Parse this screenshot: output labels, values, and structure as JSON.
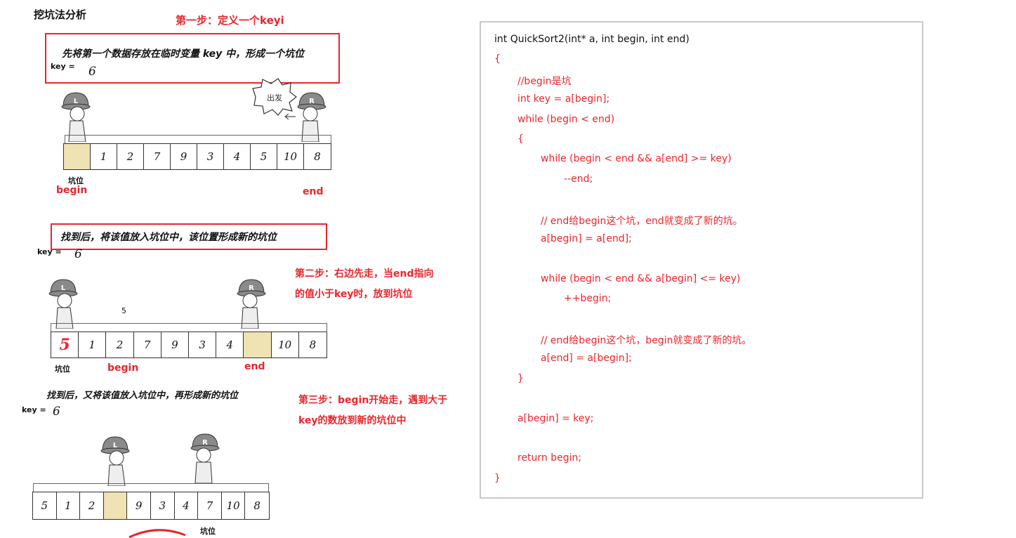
{
  "title": "挖坑法分析",
  "step1": {
    "label": "第一步：定义一个keyi",
    "box_text": "先将第一个数据存放在临时变量 key 中，形成一个坑位",
    "key_label": "key =",
    "key_value": "6",
    "speech": "出发",
    "cells": [
      "",
      "1",
      "2",
      "7",
      "9",
      "3",
      "4",
      "5",
      "10",
      "8"
    ],
    "pit_label": "坑位",
    "begin_label": "begin",
    "end_label": "end",
    "char_left": "L",
    "char_right": "R"
  },
  "step2": {
    "box_text": "找到后，将该值放入坑位中，该位置形成新的坑位",
    "key_label": "key =",
    "key_value": "6",
    "label_line1": "第二步：右边先走，当end指向",
    "label_line2": "的值小于key时，放到坑位",
    "floating_value": "5",
    "cells": [
      "5",
      "1",
      "2",
      "7",
      "9",
      "3",
      "4",
      "",
      "10",
      "8"
    ],
    "pit_label": "坑位",
    "begin_label": "begin",
    "end_label": "end",
    "char_left": "L",
    "char_right": "R"
  },
  "step3": {
    "box_text": "找到后，又将该值放入坑位中，再形成新的坑位",
    "key_label": "key =",
    "key_value": "6",
    "label_line1": "第三步：begin开始走，遇到大于",
    "label_line2": "key的数放到新的坑位中",
    "cells": [
      "5",
      "1",
      "2",
      "",
      "9",
      "3",
      "4",
      "7",
      "10",
      "8"
    ],
    "pit_label": "坑位",
    "char_left": "L",
    "char_right": "R"
  },
  "code": [
    {
      "indent": 0,
      "color": "#111111",
      "text": "int QuickSort2(int* a, int begin, int end)"
    },
    {
      "indent": 0,
      "color": "#e8262c",
      "text": "{"
    },
    {
      "indent": 1,
      "color": "#e8262c",
      "text": "//begin是坑"
    },
    {
      "indent": 1,
      "color": "#e8262c",
      "text": "int key = a[begin];"
    },
    {
      "indent": 1,
      "color": "#e8262c",
      "text": "while (begin < end)"
    },
    {
      "indent": 1,
      "color": "#e8262c",
      "text": "{"
    },
    {
      "indent": 2,
      "color": "#e8262c",
      "text": "while (begin < end && a[end] >= key)"
    },
    {
      "indent": 3,
      "color": "#e8262c",
      "text": "--end;"
    },
    {
      "indent": 0,
      "color": "#e8262c",
      "text": ""
    },
    {
      "indent": 2,
      "color": "#e8262c",
      "text": "// end给begin这个坑，end就变成了新的坑。"
    },
    {
      "indent": 2,
      "color": "#e8262c",
      "text": "a[begin] = a[end];"
    },
    {
      "indent": 0,
      "color": "#e8262c",
      "text": ""
    },
    {
      "indent": 2,
      "color": "#e8262c",
      "text": "while (begin < end && a[begin] <= key)"
    },
    {
      "indent": 3,
      "color": "#e8262c",
      "text": "++begin;"
    },
    {
      "indent": 0,
      "color": "#e8262c",
      "text": ""
    },
    {
      "indent": 2,
      "color": "#e8262c",
      "text": "// end给begin这个坑，begin就变成了新的坑。"
    },
    {
      "indent": 2,
      "color": "#e8262c",
      "text": "a[end] = a[begin];"
    },
    {
      "indent": 1,
      "color": "#e8262c",
      "text": "}"
    },
    {
      "indent": 0,
      "color": "#e8262c",
      "text": ""
    },
    {
      "indent": 1,
      "color": "#e8262c",
      "text": "a[begin] = key;"
    },
    {
      "indent": 0,
      "color": "#e8262c",
      "text": ""
    },
    {
      "indent": 1,
      "color": "#e8262c",
      "text": "return begin;"
    },
    {
      "indent": 0,
      "color": "#e8262c",
      "text": "}"
    }
  ],
  "colors": {
    "accent_red": "#e8262c",
    "pit_fill": "#efe2b3",
    "code_border": "#c9c9c9"
  }
}
